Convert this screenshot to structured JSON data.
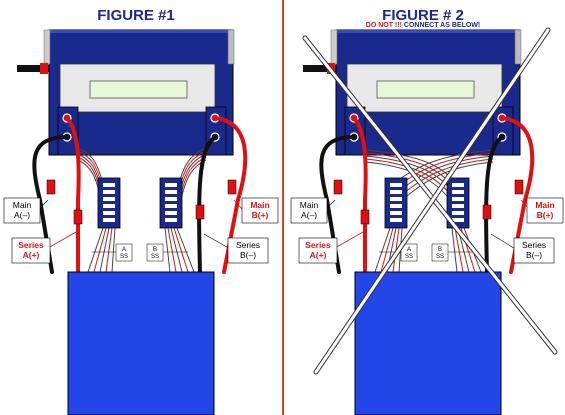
{
  "colors": {
    "charger_body": "#1a2a8c",
    "battery": "#2246e8",
    "wire_red": "#e01010",
    "wire_black": "#111111",
    "divider": "#cc0000",
    "lcd": "#e6f8d8"
  },
  "figure1": {
    "title": "FIGURE #1",
    "labels": {
      "main_a": "Main",
      "main_a_pol": "A(–)",
      "series_a": "Series",
      "series_a_pol": "A(+)",
      "main_b": "Main",
      "main_b_pol": "B(+)",
      "series_b": "Series",
      "series_b_pol": "B(–)",
      "tag_a_top": "A",
      "tag_a_bot": "SS",
      "tag_b_top": "B",
      "tag_b_bot": "SS"
    }
  },
  "figure2": {
    "title": "FIGURE # 2",
    "warning_red": "DO NOT !!!",
    "warning_blue": " CONNECT AS BELOW!",
    "labels": {
      "main_a": "Main",
      "main_a_pol": "A(–)",
      "series_a": "Series",
      "series_a_pol": "A(+)",
      "main_b": "Main",
      "main_b_pol": "B(+)",
      "series_b": "Series",
      "series_b_pol": "B(–)",
      "tag_a_top": "A",
      "tag_a_bot": "SS",
      "tag_b_top": "B",
      "tag_b_bot": "SS"
    }
  }
}
